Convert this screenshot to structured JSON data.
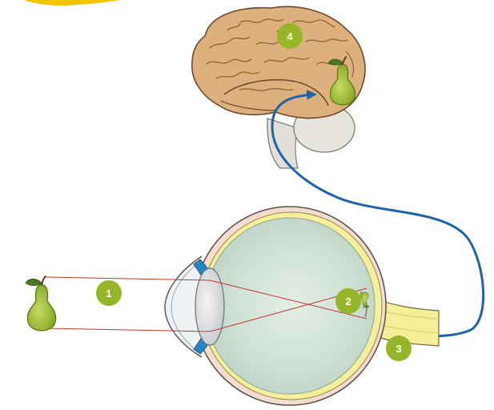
{
  "diagram": {
    "markers": [
      {
        "label": "1"
      },
      {
        "label": "2"
      },
      {
        "label": "3"
      },
      {
        "label": "4"
      }
    ]
  },
  "colors": {
    "marker_fill": "#97b528",
    "nerve_path": "#1f63a8",
    "light_ray": "#c0392b",
    "brain": "#deb07e",
    "eye_interior": "#cfe0d4",
    "retina": "#f6ef9a",
    "pear": "#a6c23a",
    "accent_bar": "#f3c400"
  },
  "icons": [
    "pear-icon",
    "brain-illustration",
    "eye-illustration",
    "optic-nerve-arrow"
  ]
}
